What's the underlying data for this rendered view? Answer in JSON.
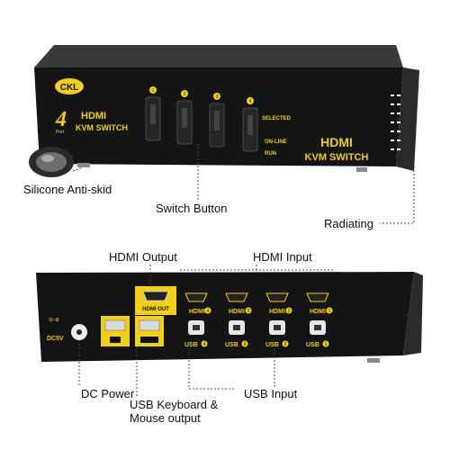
{
  "front_panel": {
    "brand": "CKL",
    "model_badge": {
      "number": "4",
      "small": "Port",
      "line1": "HDMI",
      "line2": "KVM SWITCH"
    },
    "right_label": {
      "line1": "HDMI",
      "line2": "KVM SWITCH"
    },
    "port_numbers": [
      "1",
      "2",
      "3",
      "4"
    ],
    "indicators": {
      "selected": "SELECTED",
      "online": "ON-LINE",
      "run": "RUN"
    }
  },
  "back_panel": {
    "hdmi_out": "HDMI OUT",
    "hdmi_ports": [
      "HDMI",
      "HDMI",
      "HDMI",
      "HDMI"
    ],
    "hdmi_port_numbers": [
      "4",
      "3",
      "2",
      "1"
    ],
    "usb_ports": [
      "USB",
      "USB",
      "USB",
      "USB"
    ],
    "usb_port_numbers": [
      "4",
      "3",
      "2",
      "1"
    ],
    "power_label": "DC5V",
    "power_symbol": "⊖-⊕"
  },
  "callouts": {
    "silicone": "Silicone Anti-skid",
    "switch_button": "Switch Button",
    "radiating": "Radiating",
    "hdmi_output": "HDMI Output",
    "hdmi_input": "HDMI Input",
    "dc_power": "DC Power",
    "usb_keyboard": "USB Keyboard & Mouse output",
    "usb_input": "USB Input"
  },
  "colors": {
    "accent_yellow": "#f2cf1a",
    "chassis": "#1b1b1b",
    "panel": "#101010"
  }
}
